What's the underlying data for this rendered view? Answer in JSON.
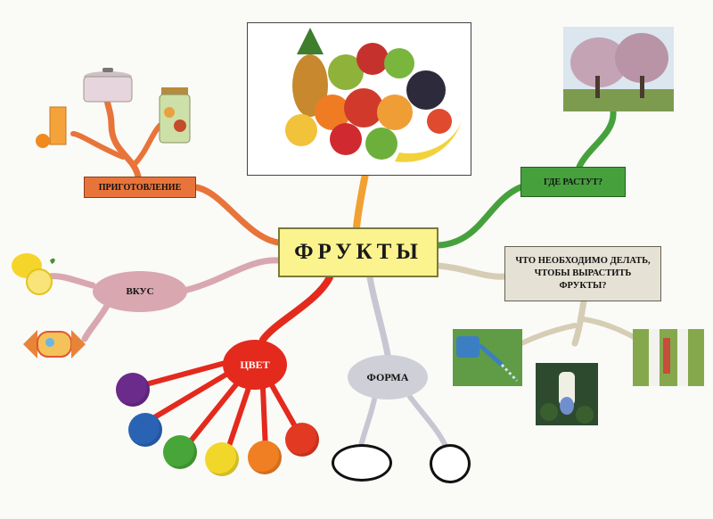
{
  "center_title": "ФРУКТЫ",
  "branches": {
    "preparation": "ПРИГОТОВЛЕНИЕ",
    "where_grow": "ГДЕ РАСТУТ?",
    "how_to_grow": "ЧТО НЕОБХОДИМО ДЕЛАТЬ, ЧТОБЫ ВЫРАСТИТЬ ФРУКТЫ?",
    "taste": "ВКУС",
    "color": "ЦВЕТ",
    "shape": "ФОРМА"
  },
  "colors": {
    "center": "#fbf38e",
    "preparation": "#e8743a",
    "where_grow": "#46a13d",
    "how_to_grow": "#e5e2d5",
    "taste": "#d9a7b0",
    "color_node": "#e32a1d",
    "shape": "#cfcfd7",
    "center_top_branch": "#f1a032",
    "right_bottom_branch": "#d6cdb5",
    "shape_branch": "#c7c7d3"
  },
  "color_swatches": [
    "#6a2b8a",
    "#2a63b4",
    "#47a637",
    "#f2d72b",
    "#f07f23",
    "#e23a22"
  ],
  "images": [
    {
      "name": "fruit-basket-image",
      "depicts": "assorted fruits"
    },
    {
      "name": "orchard-image",
      "depicts": "blooming orchard trees"
    },
    {
      "name": "juice-glass-image",
      "depicts": "orange juice"
    },
    {
      "name": "cooking-pot-image",
      "depicts": "cooking pot"
    },
    {
      "name": "preserves-jar-image",
      "depicts": "jar of preserves"
    },
    {
      "name": "lemon-image",
      "depicts": "lemons"
    },
    {
      "name": "candy-image",
      "depicts": "wrapped candy"
    },
    {
      "name": "watering-image",
      "depicts": "watering garden"
    },
    {
      "name": "planting-image",
      "depicts": "gloved hand planting"
    },
    {
      "name": "tree-care-image",
      "depicts": "whitewashed tree trunks"
    }
  ]
}
